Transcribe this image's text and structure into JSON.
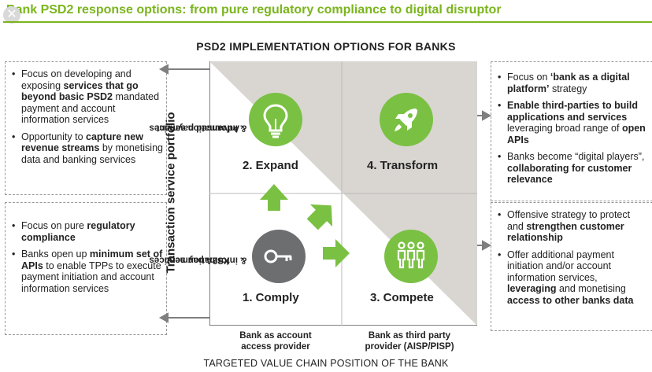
{
  "header": {
    "title": "Bank PSD2 response options: from pure regulatory compliance to digital disruptor",
    "close_glyph": "✕"
  },
  "chart": {
    "title": "PSD2 IMPLEMENTATION OPTIONS FOR BANKS",
    "y_axis_label": "Transaction service portfolio",
    "y_top_label_1": "Advanced payment",
    "y_top_label_2": "& information services",
    "y_bottom_label_1": "XS2A payment",
    "y_bottom_label_2": "& information services",
    "x_axis_label": "TARGETED VALUE CHAIN POSITION OF THE BANK",
    "x_left_label_1": "Bank as account",
    "x_left_label_2": "access provider",
    "x_right_label_1": "Bank as third party",
    "x_right_label_2": "provider (AISP/PISP)",
    "quadrants": {
      "expand": {
        "label": "2. Expand",
        "icon": "lightbulb-icon"
      },
      "transform": {
        "label": "4. Transform",
        "icon": "rocket-icon"
      },
      "comply": {
        "label": "1. Comply",
        "icon": "key-icon"
      },
      "compete": {
        "label": "3. Compete",
        "icon": "people-icon"
      }
    },
    "colors": {
      "accent": "#7ab51d",
      "arrow": "#7ac143",
      "grey_triangle": "#d9d6d2",
      "key_circle": "#6d6e70"
    }
  },
  "boxes": {
    "expand": {
      "b1_t1": "Focus on developing and exposing ",
      "b1_b1": "services that go beyond basic PSD2",
      "b1_t2": " mandated payment and account information services",
      "b2_t1": "Opportunity to ",
      "b2_b1": "capture new revenue streams",
      "b2_t2": " by monetising data and banking services"
    },
    "comply": {
      "b1_t1": "Focus on pure ",
      "b1_b1": "regulatory compliance",
      "b2_t1": "Banks open up ",
      "b2_b1": "minimum set of APIs",
      "b2_t2": " to enable TPPs to execute payment initiation and account information services"
    },
    "transform": {
      "b1_t1": "Focus on ",
      "b1_b1": "‘bank as a digital platform’",
      "b1_t2": " strategy",
      "b2_b1": "Enable third-parties to build applications and services",
      "b2_t1": " leveraging broad range of ",
      "b2_b2": "open APIs",
      "b3_t1": "Banks become “digital players”, ",
      "b3_b1": "collaborating for customer relevance"
    },
    "compete": {
      "b1_t1": "Offensive strategy to protect and ",
      "b1_b1": "strengthen customer relationship",
      "b2_t1": "Offer additional payment initiation and/or account information services, ",
      "b2_b1": "leveraging",
      "b2_t2": " and monetising ",
      "b2_b2": "access to other banks data"
    }
  }
}
